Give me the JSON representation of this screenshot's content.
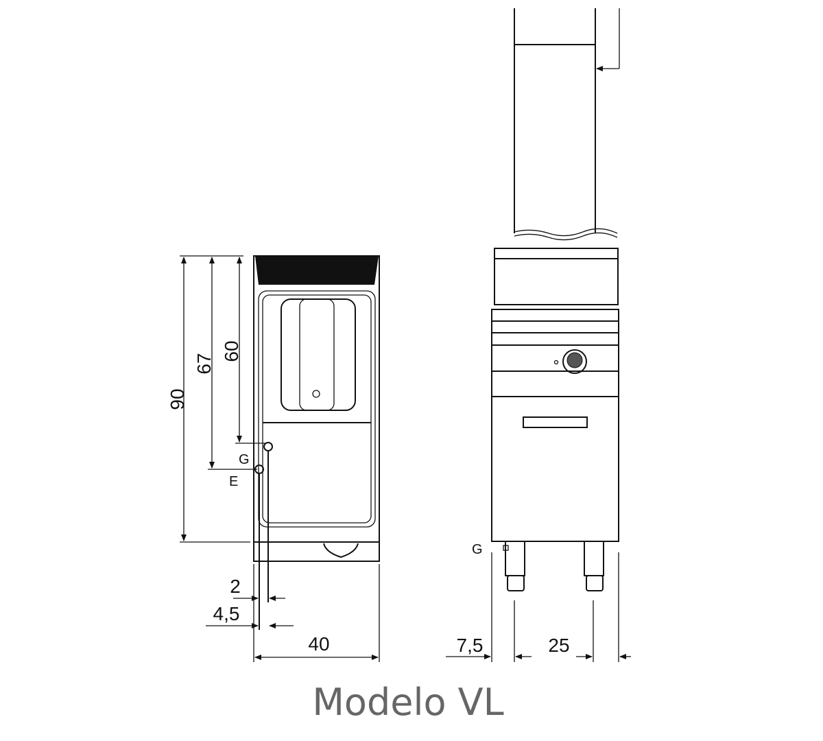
{
  "title": "Modelo VL",
  "side_view": {
    "dimensions": {
      "height_total": "90",
      "height_e": "67",
      "height_g": "60",
      "offset_2": "2",
      "offset_4_5": "4,5",
      "depth": "40"
    },
    "connections": {
      "gas": "G",
      "electric": "E"
    }
  },
  "front_view": {
    "dimensions": {
      "left_offset": "7,5",
      "leg_spacing": "25"
    },
    "connections": {
      "gas": "G"
    }
  }
}
